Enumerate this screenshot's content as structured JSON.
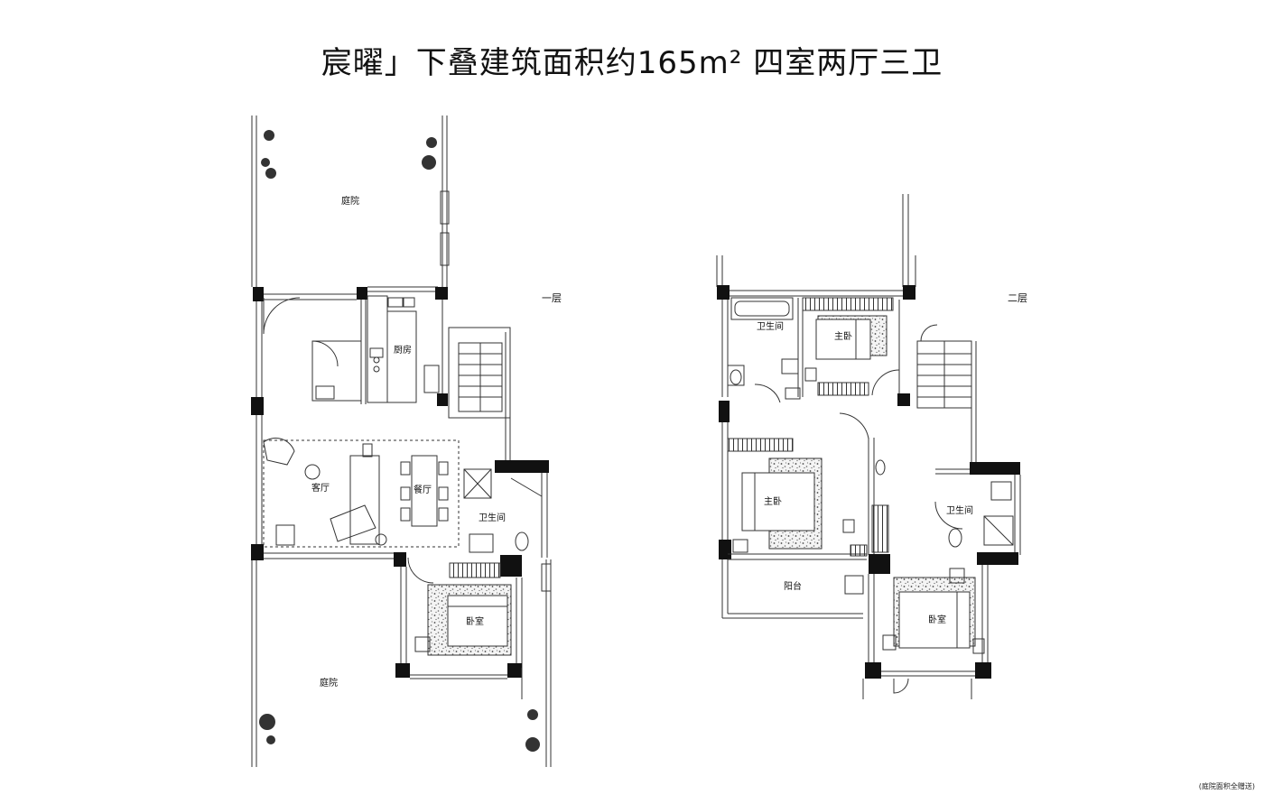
{
  "title": "宸曜」下叠建筑面积约165m² 四室两厅三卫",
  "footnote": "(庭院面积全赠送)",
  "floor1": {
    "level_label": "一层",
    "rooms": {
      "courtyard_north": "庭院",
      "kitchen": "厨房",
      "living": "客厅",
      "dining": "餐厅",
      "bathroom": "卫生间",
      "bedroom": "卧室",
      "courtyard_south": "庭院"
    }
  },
  "floor2": {
    "level_label": "二层",
    "rooms": {
      "bathroom_top": "卫生间",
      "master_top": "主卧",
      "master_main": "主卧",
      "bathroom_right": "卫生间",
      "balcony": "阳台",
      "bedroom": "卧室"
    }
  },
  "colors": {
    "wall": "#111111",
    "line": "#333333",
    "hatch": "#999999"
  }
}
